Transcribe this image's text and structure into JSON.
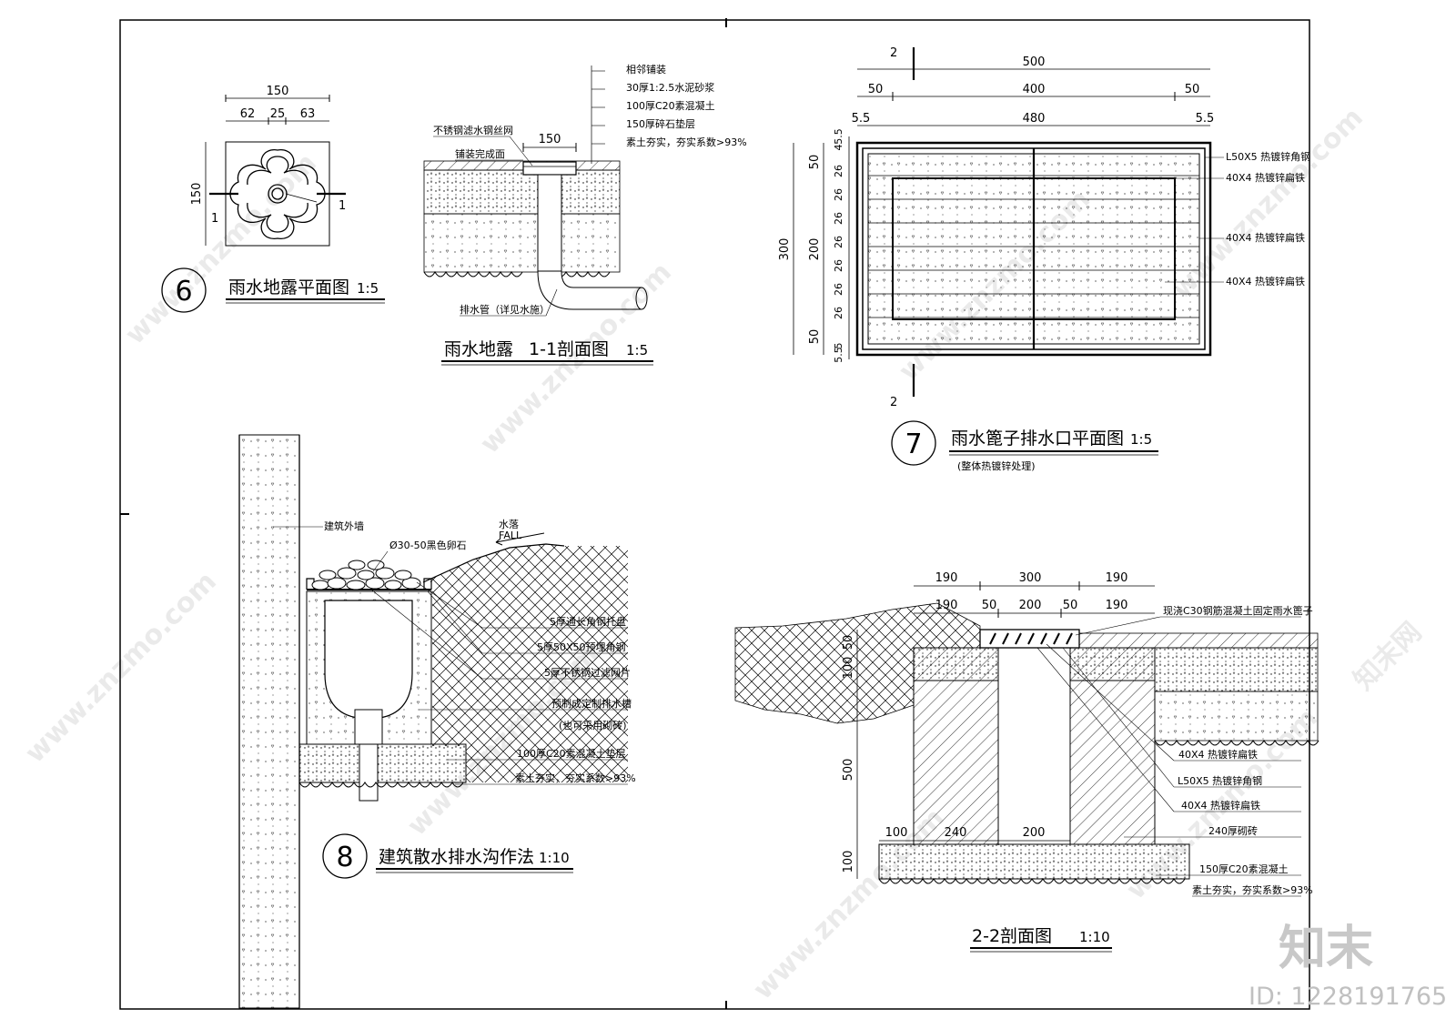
{
  "watermark": {
    "site": "www.znzmo.com",
    "brand": "知末",
    "id": "ID: 1228191765",
    "cn": "知末网"
  },
  "detail6": {
    "num": "6",
    "title": "雨水地露平面图",
    "scale": "1:5",
    "dims": {
      "overall": "150",
      "a": "62",
      "b": "25",
      "c": "63",
      "height": "150"
    },
    "section_marks": [
      "1",
      "1"
    ]
  },
  "detail11": {
    "title": "雨水地露",
    "title2": "1-1剖面图",
    "scale": "1:5",
    "dim_width": "150",
    "notes": [
      "相邻铺装",
      "30厚1:2.5水泥砂浆",
      "100厚C20素混凝土",
      "150厚碎石垫层",
      "素土夯实，夯实系数>93%"
    ],
    "left_notes": [
      "不锈钢滤水钢丝网",
      "铺装完成面"
    ],
    "pipe_note": "排水管（详见水施）"
  },
  "detail7": {
    "num": "7",
    "title": "雨水篦子排水口平面图",
    "scale": "1:5",
    "subtitle": "(整体热镀锌处理)",
    "section_marks": [
      "2",
      "2"
    ],
    "top_dims": {
      "overall": "500",
      "left": "50",
      "mid": "400",
      "right": "50",
      "e1": "5.5",
      "inner": "480",
      "e2": "5.5"
    },
    "left_dims": {
      "overall": "300",
      "top": "50",
      "mid": "200",
      "bottom": "50",
      "t1": "4",
      "t2": "5.5",
      "b1": "5",
      "b2": "5.5",
      "bars": "26"
    },
    "notes": [
      "L50X5 热镀锌角钢",
      "40X4 热镀锌扁铁",
      "40X4 热镀锌扁铁",
      "40X4 热镀锌扁铁"
    ]
  },
  "detail8": {
    "num": "8",
    "title": "建筑散水排水沟作法",
    "scale": "1:10",
    "notes": [
      "建筑外墙",
      "Ø30-50黑色卵石",
      "水落",
      "FALL",
      "5厚通长角钢托盘",
      "5厚50X50预埋角钢",
      "5厚不锈钢过滤网片",
      "预制成定制排水槽",
      "(也可采用砌砖)",
      "100厚C20素混凝土垫层",
      "素土夯实，夯实系数>93%"
    ]
  },
  "detail22": {
    "title": "2-2剖面图",
    "scale": "1:10",
    "top_dims1": [
      "190",
      "300",
      "190"
    ],
    "top_dims2": [
      "190",
      "50",
      "200",
      "50",
      "190"
    ],
    "bottom_dims": [
      "100",
      "240",
      "200"
    ],
    "left_dims": [
      "50",
      "100",
      "500",
      "100"
    ],
    "notes": [
      "现浇C30钢筋混凝土固定雨水篦子",
      "40X4 热镀锌扁铁",
      "L50X5 热镀锌角钢",
      "40X4 热镀锌扁铁",
      "240厚砌砖",
      "150厚C20素混凝土",
      "素土夯实，夯实系数>93%"
    ]
  }
}
